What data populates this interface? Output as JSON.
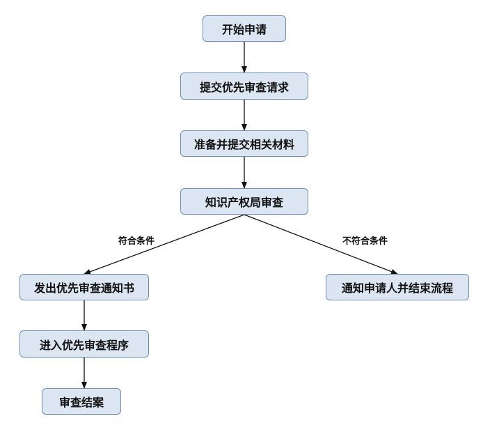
{
  "diagram": {
    "nodes": {
      "start": "开始申请",
      "submit": "提交优先审查请求",
      "prepare": "准备并提交相关材料",
      "review": "知识产权局审查",
      "notice": "发出优先审查通知书",
      "reject": "通知申请人并结束流程",
      "enter": "进入优先审查程序",
      "close": "审查结案"
    },
    "edges": {
      "qualified": "符合条件",
      "not_qualified": "不符合条件"
    }
  },
  "colors": {
    "node_fill": "#dce6f2",
    "node_border": "#6f8fb5",
    "line": "#111111"
  }
}
